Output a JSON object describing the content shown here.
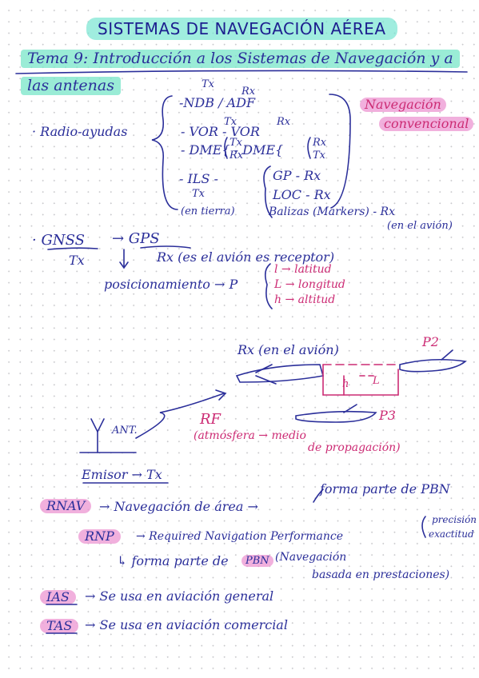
{
  "title": "SISTEMAS DE NAVEGACIÓN AÉREA",
  "tema": {
    "line1": "Tema 9: Introducción a los Sistemas de Navegación y a",
    "line2": "las antenas"
  },
  "radio": {
    "label": "· Radio-ayudas",
    "ndb": "-NDB / ADF",
    "ndb_tx": "Tx",
    "ndb_rx": "Rx",
    "vor": "- VOR - VOR",
    "vor_tx": "Tx",
    "vor_rx": "Rx",
    "dme": "- DME{ - DME{",
    "dme_tx": "Tx",
    "dme_rx": "Rx",
    "dme_rx2": "Rx",
    "dme_tx2": "Tx",
    "ils": "- ILS -",
    "ils_tx": "Tx",
    "ils_tierra": "(en tierra)",
    "gp": "GP - Rx",
    "loc": "LOC - Rx",
    "balizas": "Balizas (Markers) - Rx",
    "en_avion": "(en el avión)",
    "conv1": "Navegación",
    "conv2": "convencional"
  },
  "gnss": {
    "gnss": "· GNSS",
    "arrow": "→ GPS",
    "tx": "Tx",
    "rx": "Rx (es el avión es receptor)",
    "pos": "posicionamiento → P",
    "lat": "l → latitud",
    "lon": "L → longitud",
    "alt": "h → altitud"
  },
  "diagram": {
    "rx_label": "Rx (en el avión)",
    "p2": "P2",
    "p3": "P3",
    "h": "h",
    "l": "L",
    "rf": "RF",
    "atm": "(atmósfera → medio",
    "prop": "de propagación)",
    "ant": "ANT.",
    "emisor": "Emisor → Tx"
  },
  "rnav": {
    "rnav": "RNAV",
    "rnav_text": "→ Navegación de área →",
    "rnav_pbn": "forma parte de PBN",
    "rnp": "RNP",
    "rnp_text": "→ Required Navigation Performance",
    "precision": "precisión",
    "exactitud": "exactitud",
    "rnp_sub": "↳ forma parte de",
    "pbn": "PBN",
    "pbn_text1": "(Navegación",
    "pbn_text2": "basada en prestaciones)"
  },
  "ias": {
    "label": "IAS",
    "text": "→ Se usa en aviación general"
  },
  "tas": {
    "label": "TAS",
    "text": "→ Se usa en aviación comercial"
  }
}
